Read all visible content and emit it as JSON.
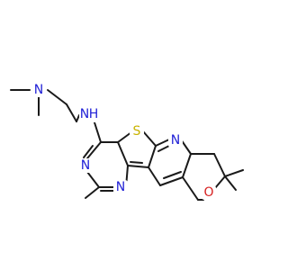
{
  "molecule": {
    "atoms": [
      {
        "id": "N_amine",
        "symbol": "N",
        "color": "#1f1fd6"
      },
      {
        "id": "NH",
        "symbol": "N",
        "hydrogen": "H",
        "color": "#1f1fd6"
      },
      {
        "id": "S_thio",
        "symbol": "S",
        "color": "#c9b300"
      },
      {
        "id": "N_pyr",
        "symbol": "N",
        "color": "#1f1fd6"
      },
      {
        "id": "N_pym1",
        "symbol": "N",
        "color": "#1f1fd6"
      },
      {
        "id": "N_pym2",
        "symbol": "N",
        "color": "#1f1fd6"
      },
      {
        "id": "O_pyran",
        "symbol": "O",
        "color": "#d62020"
      }
    ]
  }
}
